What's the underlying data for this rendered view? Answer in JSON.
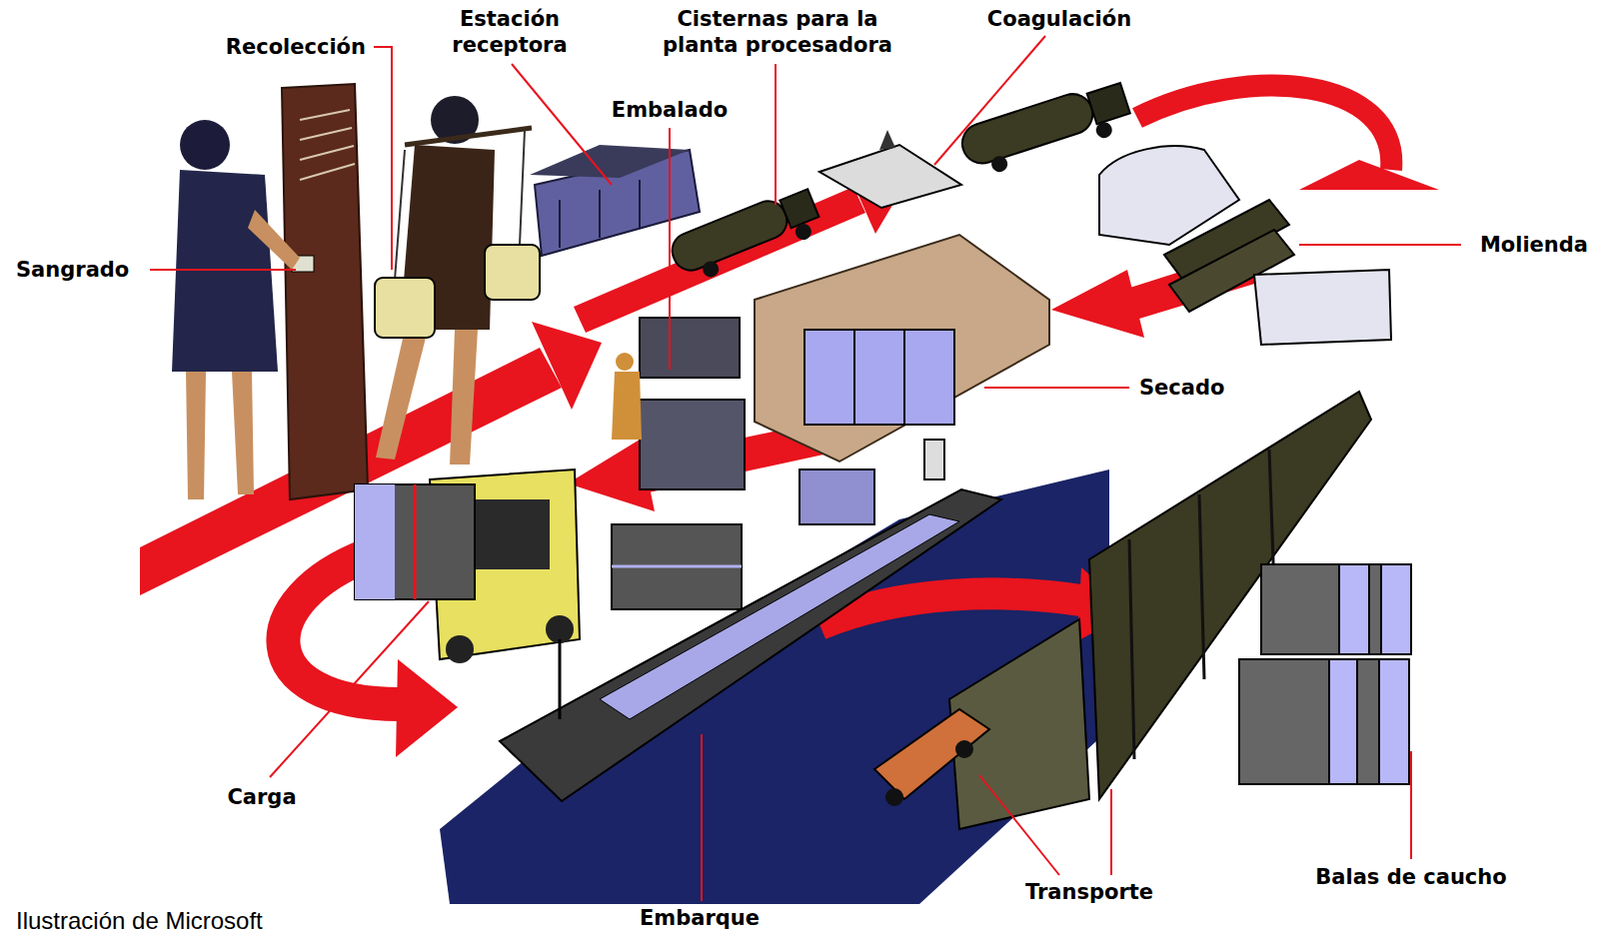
{
  "diagram": {
    "labels": [
      "Recolección",
      "Estación receptora",
      "Cisternas para la planta procesadora",
      "Coagulación",
      "Embalado",
      "Molienda",
      "Sangrado",
      "Secado",
      "Carga",
      "Embarque",
      "Transporte",
      "Balas de caucho",
      "Ilustración de Microsoft"
    ]
  }
}
